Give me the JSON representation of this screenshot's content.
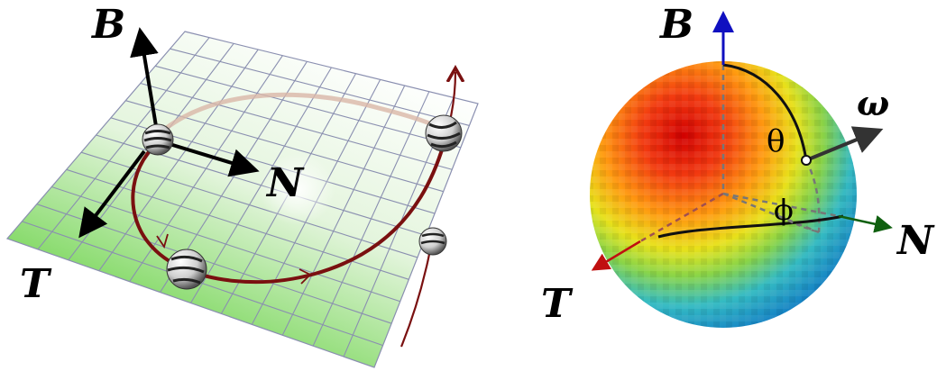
{
  "left_panel": {
    "labels": {
      "B": "B",
      "N": "N",
      "T": "T"
    },
    "grid": {
      "rows": 12,
      "cols": 12
    },
    "colors": {
      "grid_line": "#8a8fb0",
      "grid_fill_light": "#ffffff",
      "grid_fill_dark": "#5fcf3a",
      "trajectory": "#7a1010",
      "axis": "#000000"
    }
  },
  "right_panel": {
    "labels": {
      "B": "B",
      "N": "N",
      "T": "T",
      "omega": "ω",
      "theta": "θ",
      "phi": "ϕ"
    },
    "colors": {
      "B_axis": "#1010c0",
      "N_axis": "#106010",
      "T_axis": "#c01010",
      "omega_axis": "#333333"
    }
  }
}
